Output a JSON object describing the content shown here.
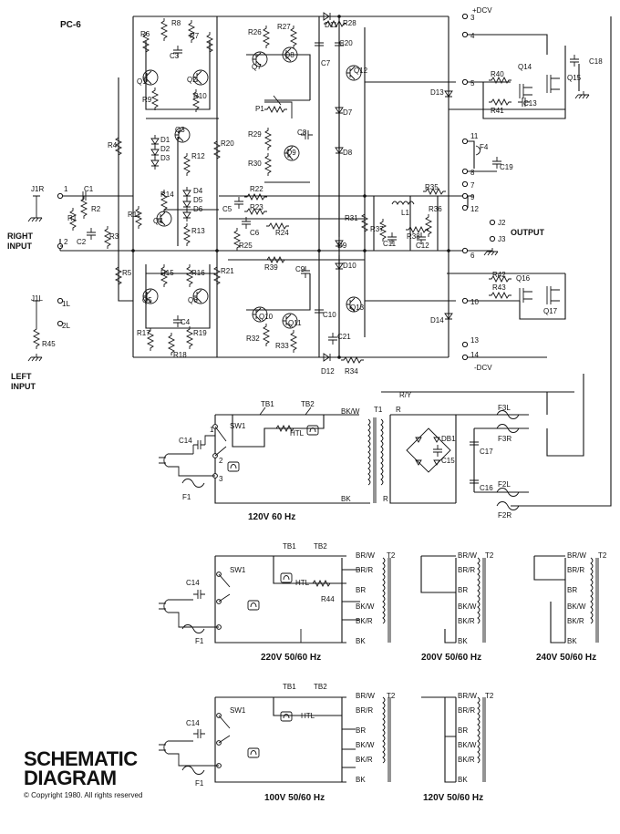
{
  "model": "PC-6",
  "title_line1": "SCHEMATIC",
  "title_line2": "DIAGRAM",
  "copyright": "© Copyright 1980. All rights reserved",
  "inputs": {
    "right_jack": "J1R",
    "right_label_1": "RIGHT",
    "right_label_2": "INPUT",
    "left_jack": "J1L",
    "left_label_1": "LEFT",
    "left_label_2": "INPUT",
    "pin_1": "1",
    "pin_2": "2",
    "pin_1l": "1L",
    "pin_2l": "2L",
    "r45": "R45"
  },
  "output": {
    "label": "OUTPUT",
    "j2": "J2",
    "j3": "J3",
    "plus_dcv": "+DCV",
    "minus_dcv": "-DCV"
  },
  "transistors": [
    "Q1",
    "Q2",
    "Q3",
    "Q4",
    "Q5",
    "Q6",
    "Q7",
    "Q8",
    "Q9",
    "Q10",
    "Q11",
    "Q12",
    "Q13",
    "Q14",
    "Q15",
    "Q16",
    "Q17"
  ],
  "resistors": [
    "R1",
    "R2",
    "R3",
    "R4",
    "R5",
    "R6",
    "R7",
    "R8",
    "R9",
    "R10",
    "R11",
    "R12",
    "R13",
    "R14",
    "R15",
    "R16",
    "R17",
    "R18",
    "R19",
    "R20",
    "R21",
    "R22",
    "R23",
    "R24",
    "R25",
    "R26",
    "R27",
    "R28",
    "R29",
    "R30",
    "R31",
    "R32",
    "R33",
    "R34",
    "R35",
    "R36",
    "R37",
    "R38",
    "R39",
    "R40",
    "R41",
    "R42",
    "R43"
  ],
  "capacitors": [
    "C1",
    "C2",
    "C3",
    "C4",
    "C5",
    "C6",
    "C7",
    "C8",
    "C9",
    "C10",
    "C11",
    "C12",
    "C13",
    "C18",
    "C19",
    "C20",
    "C21"
  ],
  "diodes": [
    "D1",
    "D2",
    "D3",
    "D4",
    "D5",
    "D6",
    "D7",
    "D8",
    "D9",
    "D10",
    "D11",
    "D12",
    "D13",
    "D14"
  ],
  "misc": {
    "p1": "P1",
    "l1": "L1",
    "f4": "F4"
  },
  "terminals": [
    "1",
    "2",
    "3",
    "4",
    "5",
    "6",
    "7",
    "8",
    "9",
    "10",
    "11",
    "12",
    "13",
    "14"
  ],
  "power": {
    "tb1": "TB1",
    "tb2": "TB2",
    "htl": "HTL",
    "sw1": "SW1",
    "c14": "C14",
    "f1": "F1",
    "t1": "T1",
    "db1": "DB1",
    "c15": "C15",
    "c16": "C16",
    "c17": "C17",
    "f2l": "F2L",
    "f2r": "F2R",
    "f3l": "F3L",
    "f3r": "F3R",
    "bkw": "BK/W",
    "bk": "BK",
    "r": "R",
    "ry": "R/Y",
    "sw_1": "1",
    "sw_2": "2",
    "sw_3": "3",
    "caption": "120V  60 Hz"
  },
  "variants": [
    {
      "caption": "220V  50/60 Hz",
      "leads": [
        "BR/W",
        "BR/R",
        "BR",
        "BK/W",
        "BK/R",
        "BK"
      ],
      "t": "T2",
      "r44": "R44"
    },
    {
      "caption": "200V  50/60 Hz",
      "leads": [
        "BR/W",
        "BR/R",
        "BR",
        "BK/W",
        "BK/R",
        "BK"
      ],
      "t": "T2"
    },
    {
      "caption": "240V  50/60 Hz",
      "leads": [
        "BR/W",
        "BR/R",
        "BR",
        "BK/W",
        "BK/R",
        "BK"
      ],
      "t": "T2"
    },
    {
      "caption": "100V  50/60 Hz",
      "leads": [
        "BR/W",
        "BR/R",
        "BR",
        "BK/W",
        "BK/R",
        "BK"
      ],
      "t": "T2"
    },
    {
      "caption": "120V  50/60 Hz",
      "leads": [
        "BR/W",
        "BR/R",
        "BR",
        "BK/W",
        "BK/R",
        "BK"
      ],
      "t": "T2"
    }
  ]
}
